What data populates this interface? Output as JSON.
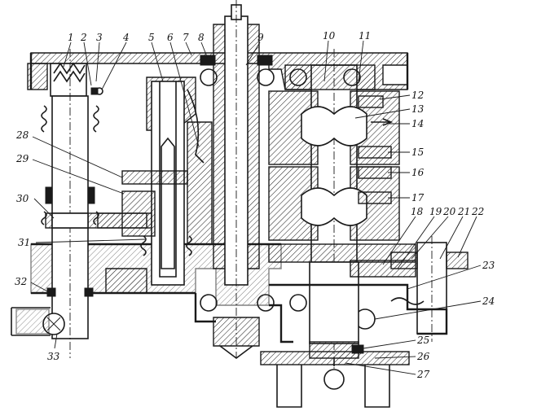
{
  "figure": {
    "type": "gearbox-section-drawing",
    "callouts": [
      "1",
      "2",
      "3",
      "4",
      "5",
      "6",
      "7",
      "8",
      "9",
      "10",
      "11",
      "12",
      "13",
      "14",
      "15",
      "16",
      "17",
      "18",
      "19",
      "20",
      "21",
      "22",
      "23",
      "24",
      "25",
      "26",
      "27",
      "28",
      "29",
      "30",
      "31",
      "32",
      "33"
    ]
  }
}
